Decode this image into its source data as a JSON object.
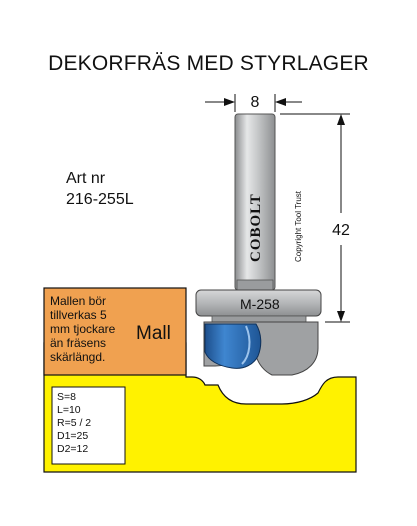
{
  "title": "DEKORFRÄS MED STYRLAGER",
  "article": {
    "label": "Art nr",
    "number": "216-255L"
  },
  "dimensions": {
    "shank_width": "8",
    "total_height": "42"
  },
  "bearing_label": "M-258",
  "shank_brand": "COBOLT",
  "copyright": "Copyright Tool Trust",
  "template_note": [
    "Mallen bör",
    "tillverkas 5",
    "mm tjockare",
    "än fräsens",
    "skärlängd."
  ],
  "template_label": "Mall",
  "specs": [
    "S=8",
    "L=10",
    "R=5 / 2",
    "D1=25",
    "D2=12"
  ],
  "colors": {
    "template_orange": "#F0A150",
    "workpiece_yellow": "#FFF200",
    "cutter_blue": "#2A6CB5",
    "metal_gray": "#B4B6B8"
  }
}
